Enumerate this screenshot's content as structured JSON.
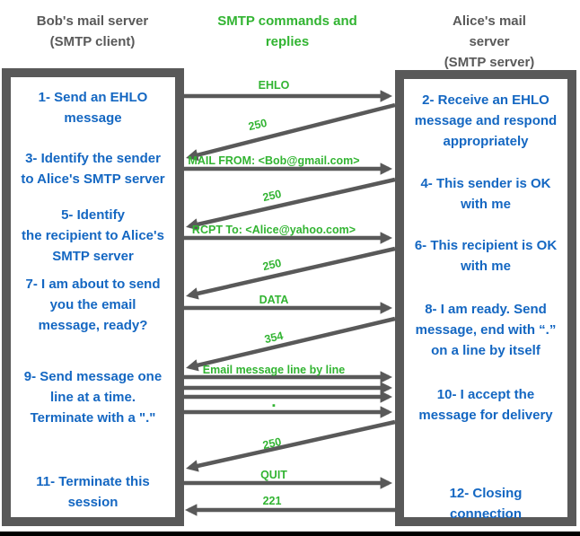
{
  "headers": {
    "client": "Bob's mail server\n(SMTP client)",
    "middle": "SMTP commands and\nreplies",
    "server": "Alice's mail server\n(SMTP server)"
  },
  "client": {
    "role": "SMTP client",
    "steps": [
      {
        "text": "1- Send an EHLO\nmessage"
      },
      {
        "text": "3- Identify the sender\nto Alice's SMTP server"
      },
      {
        "text": "5- Identify\nthe recipient to Alice's\nSMTP server"
      },
      {
        "text": "7- I am about to send\nyou the email\nmessage, ready?"
      },
      {
        "text": "9- Send message one\nline at a time.\nTerminate with a \".\""
      },
      {
        "text": "11- Terminate this\nsession"
      }
    ]
  },
  "server": {
    "role": "SMTP server",
    "steps": [
      {
        "text": "2- Receive an EHLO\nmessage and respond\nappropriately"
      },
      {
        "text": "4- This sender is OK\nwith me"
      },
      {
        "text": "6- This recipient is OK\nwith me"
      },
      {
        "text": "8-  I am ready. Send\nmessage, end with “.”\non a line by itself"
      },
      {
        "text": "10-  I accept the\nmessage for delivery"
      },
      {
        "text": "12-  Closing\nconnection"
      }
    ]
  },
  "messages": [
    {
      "label": "EHLO",
      "direction": "client-to-server"
    },
    {
      "label": "250",
      "direction": "server-to-client"
    },
    {
      "label": "MAIL FROM: <Bob@gmail.com>",
      "direction": "client-to-server"
    },
    {
      "label": "250",
      "direction": "server-to-client"
    },
    {
      "label": "RCPT To: <Alice@yahoo.com>",
      "direction": "client-to-server"
    },
    {
      "label": "250",
      "direction": "server-to-client"
    },
    {
      "label": "DATA",
      "direction": "client-to-server"
    },
    {
      "label": "354",
      "direction": "server-to-client"
    },
    {
      "label": "Email message line by line",
      "direction": "client-to-server"
    },
    {
      "label": "",
      "direction": "client-to-server"
    },
    {
      "label": "",
      "direction": "client-to-server"
    },
    {
      "label": "▪",
      "direction": "client-to-server"
    },
    {
      "label": "250",
      "direction": "server-to-client"
    },
    {
      "label": "QUIT",
      "direction": "client-to-server"
    },
    {
      "label": "221",
      "direction": "server-to-client"
    }
  ],
  "colors": {
    "blue": "#1467c2",
    "green": "#32b432",
    "gray": "#595959",
    "background": "#ffffff",
    "bottom_bar": "#000000"
  }
}
